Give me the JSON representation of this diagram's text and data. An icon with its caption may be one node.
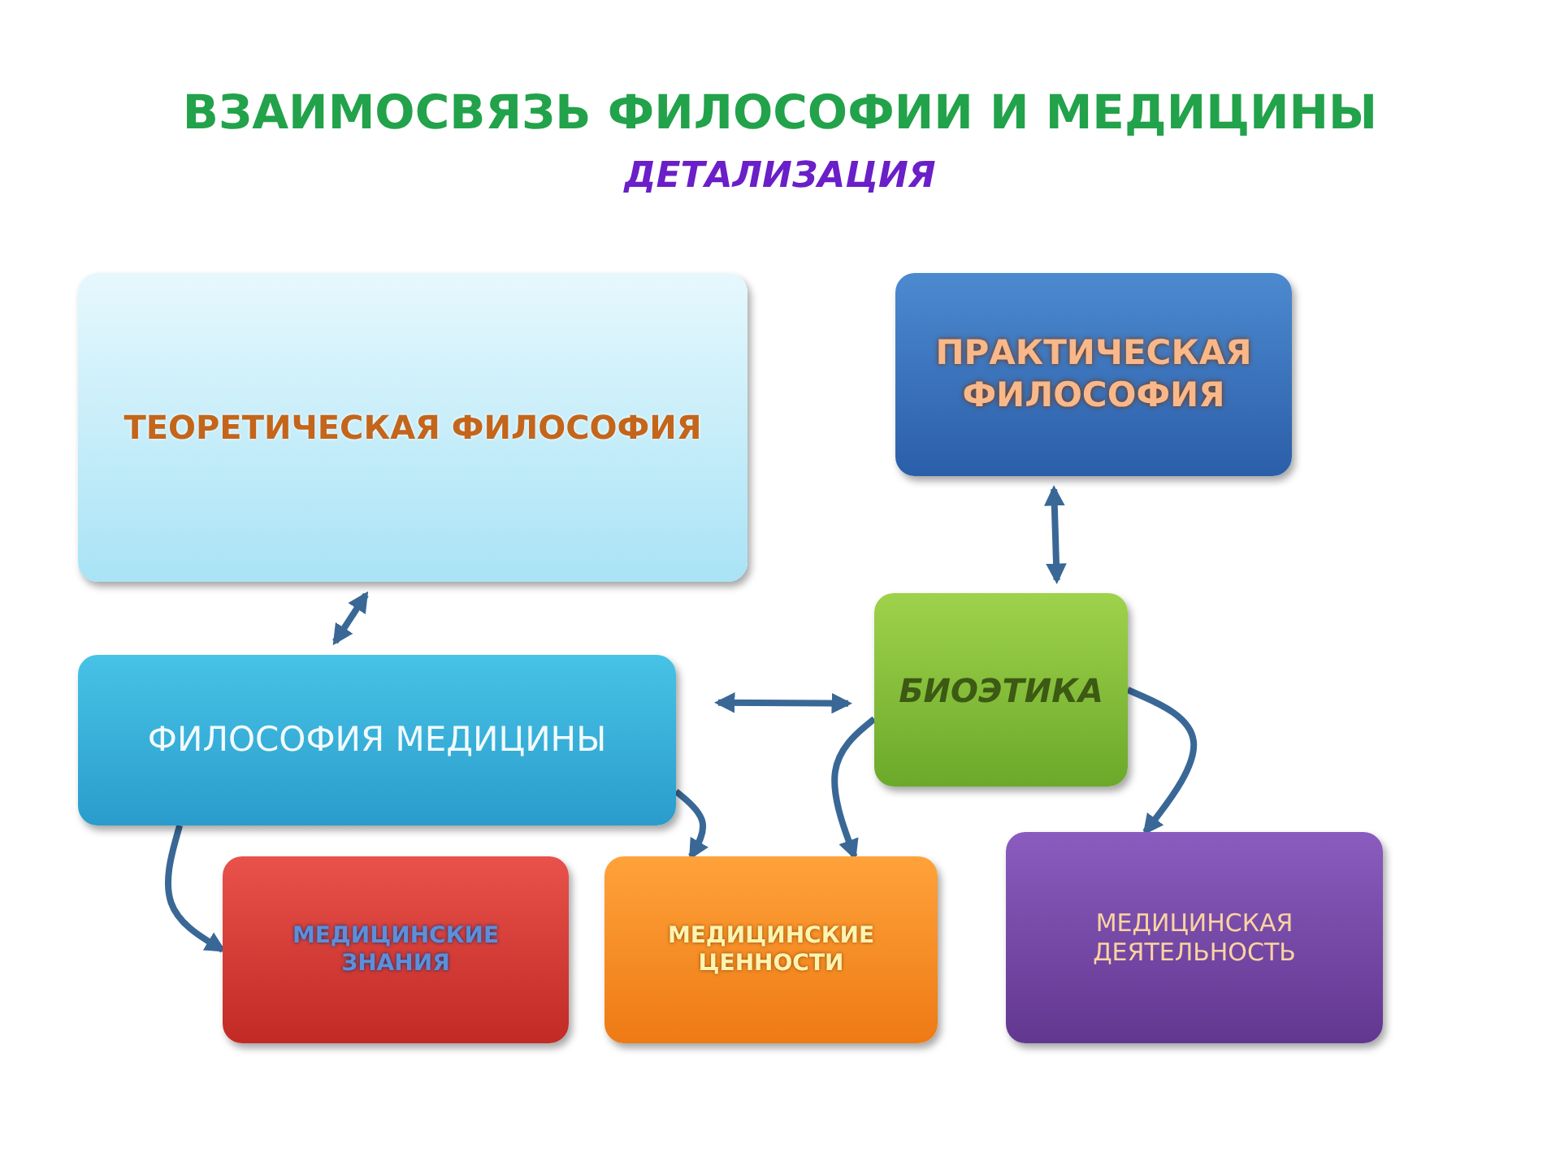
{
  "diagram": {
    "title": "ВЗАИМОСВЯЗЬ ФИЛОСОФИИ И МЕДИЦИНЫ",
    "caption": "ДЕТАЛИЗАЦИЯ",
    "nodes": [
      {
        "text": [
          "ТЕОРЕТИЧЕСКАЯ ФИЛОСОФИЯ"
        ]
      },
      {
        "text": [
          "ПРАКТИЧЕСКАЯ ФИЛОСОФИЯ"
        ]
      },
      {
        "text": [
          "ФИЛОСОФИЯ МЕДИЦИНЫ"
        ]
      },
      {
        "text": [
          "БИОЭТИКА"
        ]
      },
      {
        "text": [
          "МЕДИЦИНСКИЕ ЗНАНИЯ"
        ]
      },
      {
        "text": [
          "МЕДИЦИНСКИЕ ЦЕННОСТИ"
        ]
      },
      {
        "text": [
          "МЕДИЦИНСКАЯ ДЕЯТЕЛЬНОСТЬ"
        ]
      }
    ],
    "edges": [
      {
        "from": 0,
        "to": 2,
        "arrow": "both"
      },
      {
        "from": 1,
        "to": 3,
        "arrow": "both"
      },
      {
        "from": 2,
        "to": 3,
        "arrow": "both"
      },
      {
        "from": 2,
        "to": 4,
        "arrow": "to"
      },
      {
        "from": 2,
        "to": 5,
        "arrow": "to"
      },
      {
        "from": 3,
        "to": 5,
        "arrow": "to"
      },
      {
        "from": 3,
        "to": 6,
        "arrow": "to"
      }
    ]
  }
}
